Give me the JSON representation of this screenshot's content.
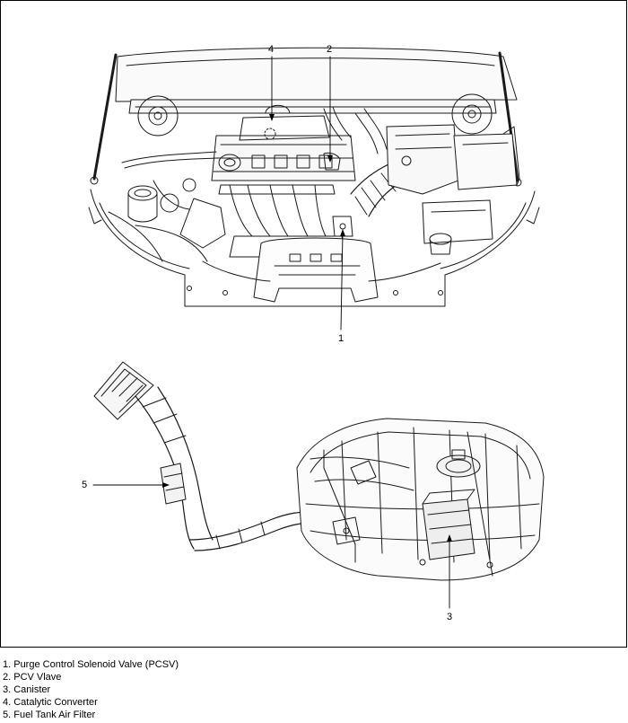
{
  "callouts": {
    "c1": "1",
    "c2": "2",
    "c3": "3",
    "c4": "4",
    "c5": "5"
  },
  "legend": [
    "1. Purge Control Solenoid Valve (PCSV)",
    "2. PCV Vlave",
    "3. Canister",
    "4. Catalytic Converter",
    "5. Fuel Tank Air Filter"
  ]
}
